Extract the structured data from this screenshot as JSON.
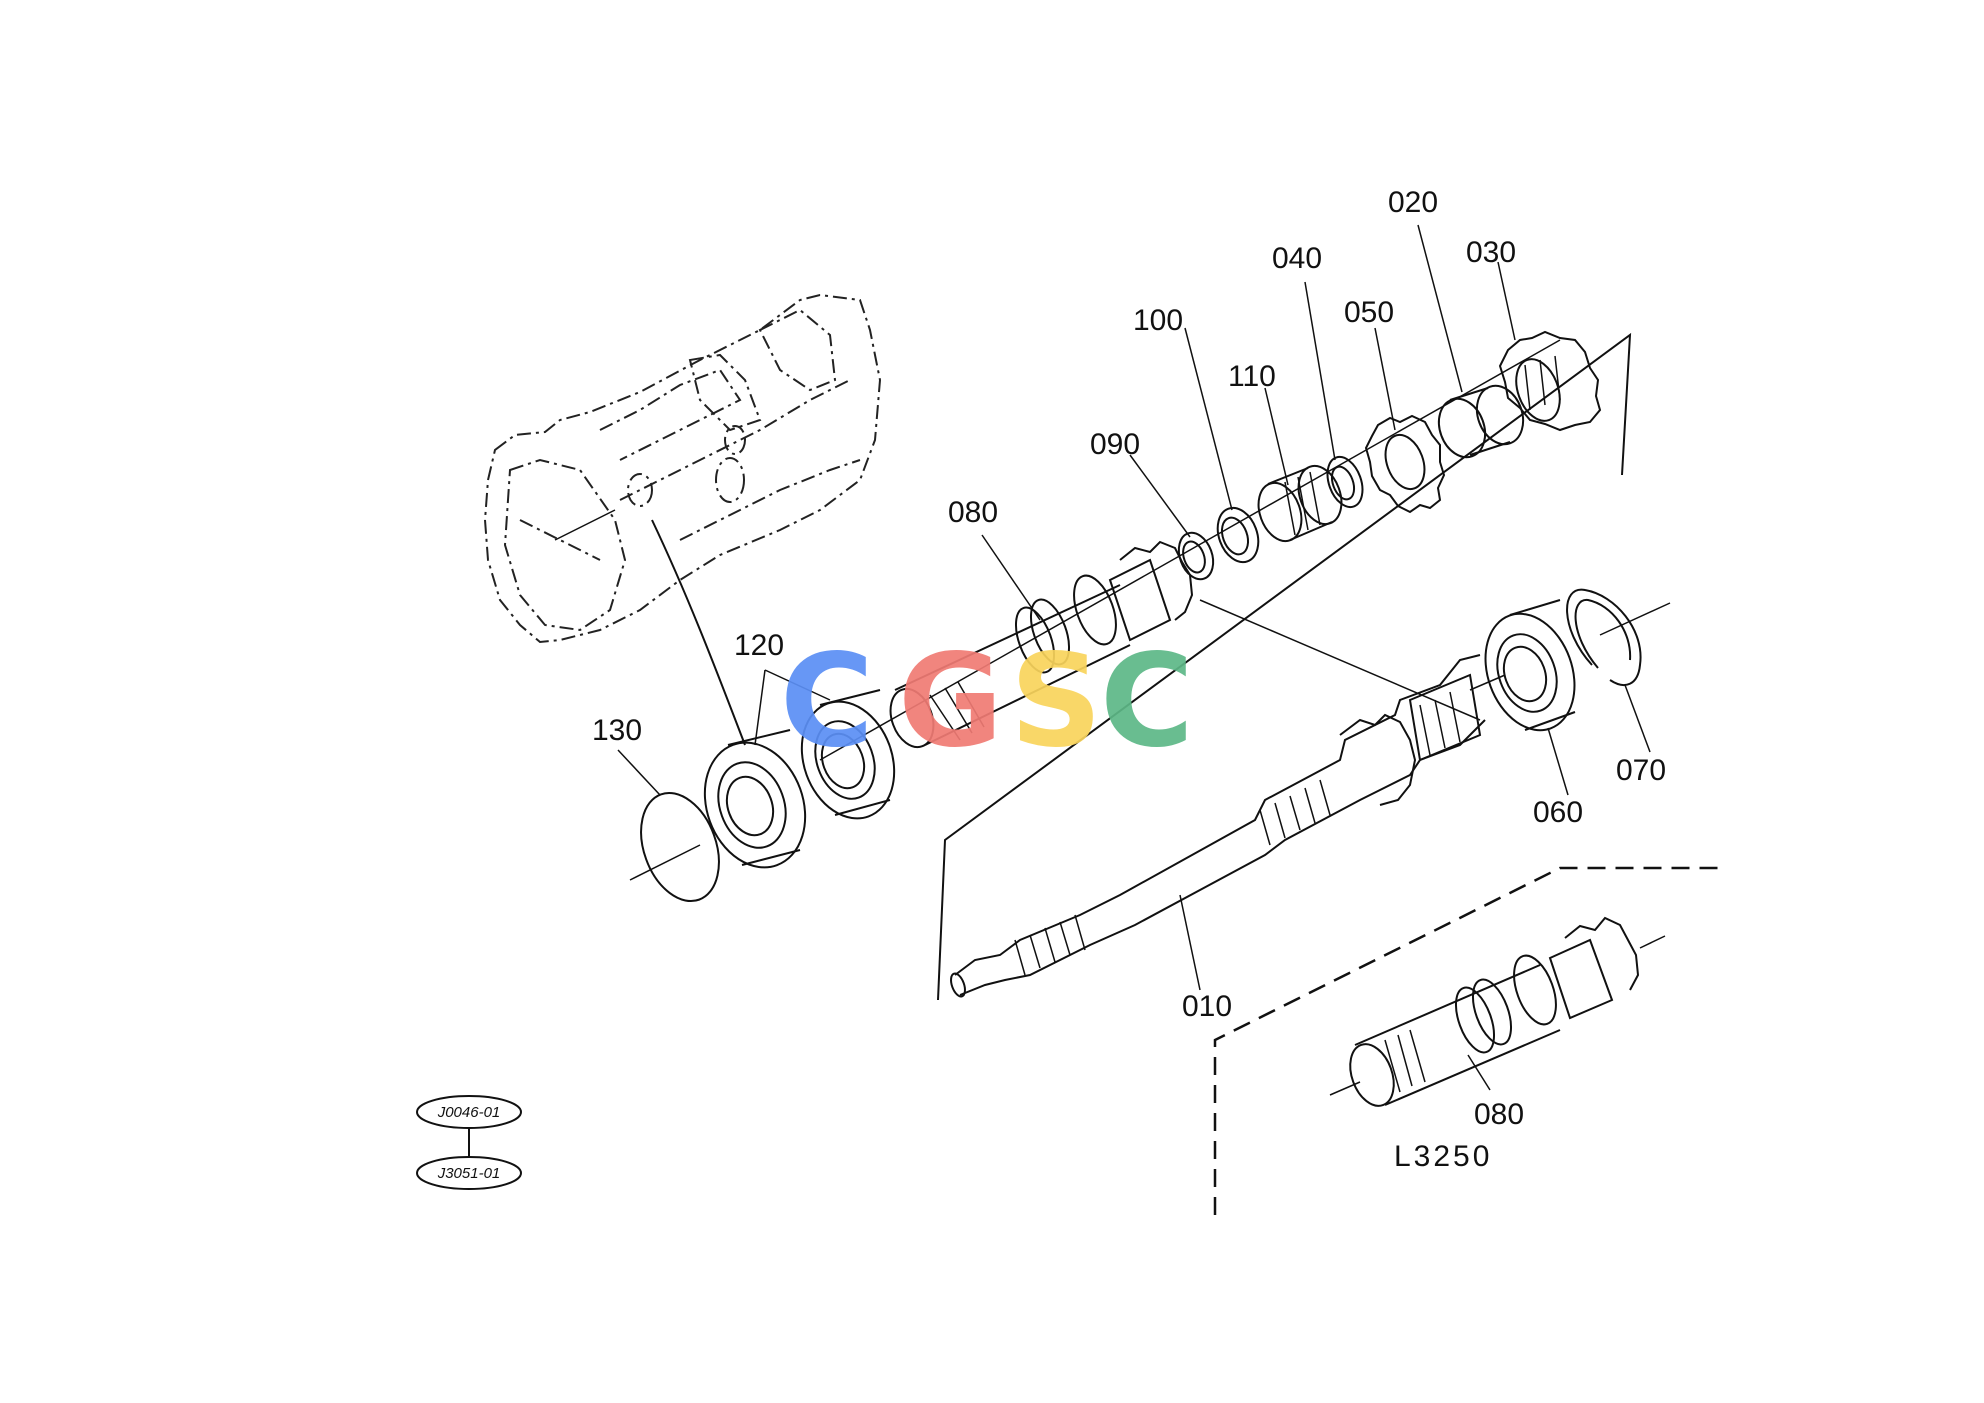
{
  "callouts": {
    "c020": "020",
    "c030": "030",
    "c040": "040",
    "c050": "050",
    "c100": "100",
    "c110": "110",
    "c090": "090",
    "c080_top": "080",
    "c120": "120",
    "c130": "130",
    "c010": "010",
    "c060": "060",
    "c070": "070",
    "c080_bottom": "080"
  },
  "variant_label": "L3250",
  "reference_codes": {
    "top": "J0046-01",
    "bottom": "J3051-01"
  },
  "watermark": {
    "letters": [
      "C",
      "G",
      "S",
      "C"
    ],
    "colors": [
      "#5b8ff5",
      "#f07b74",
      "#f9d45c",
      "#5db887"
    ]
  }
}
